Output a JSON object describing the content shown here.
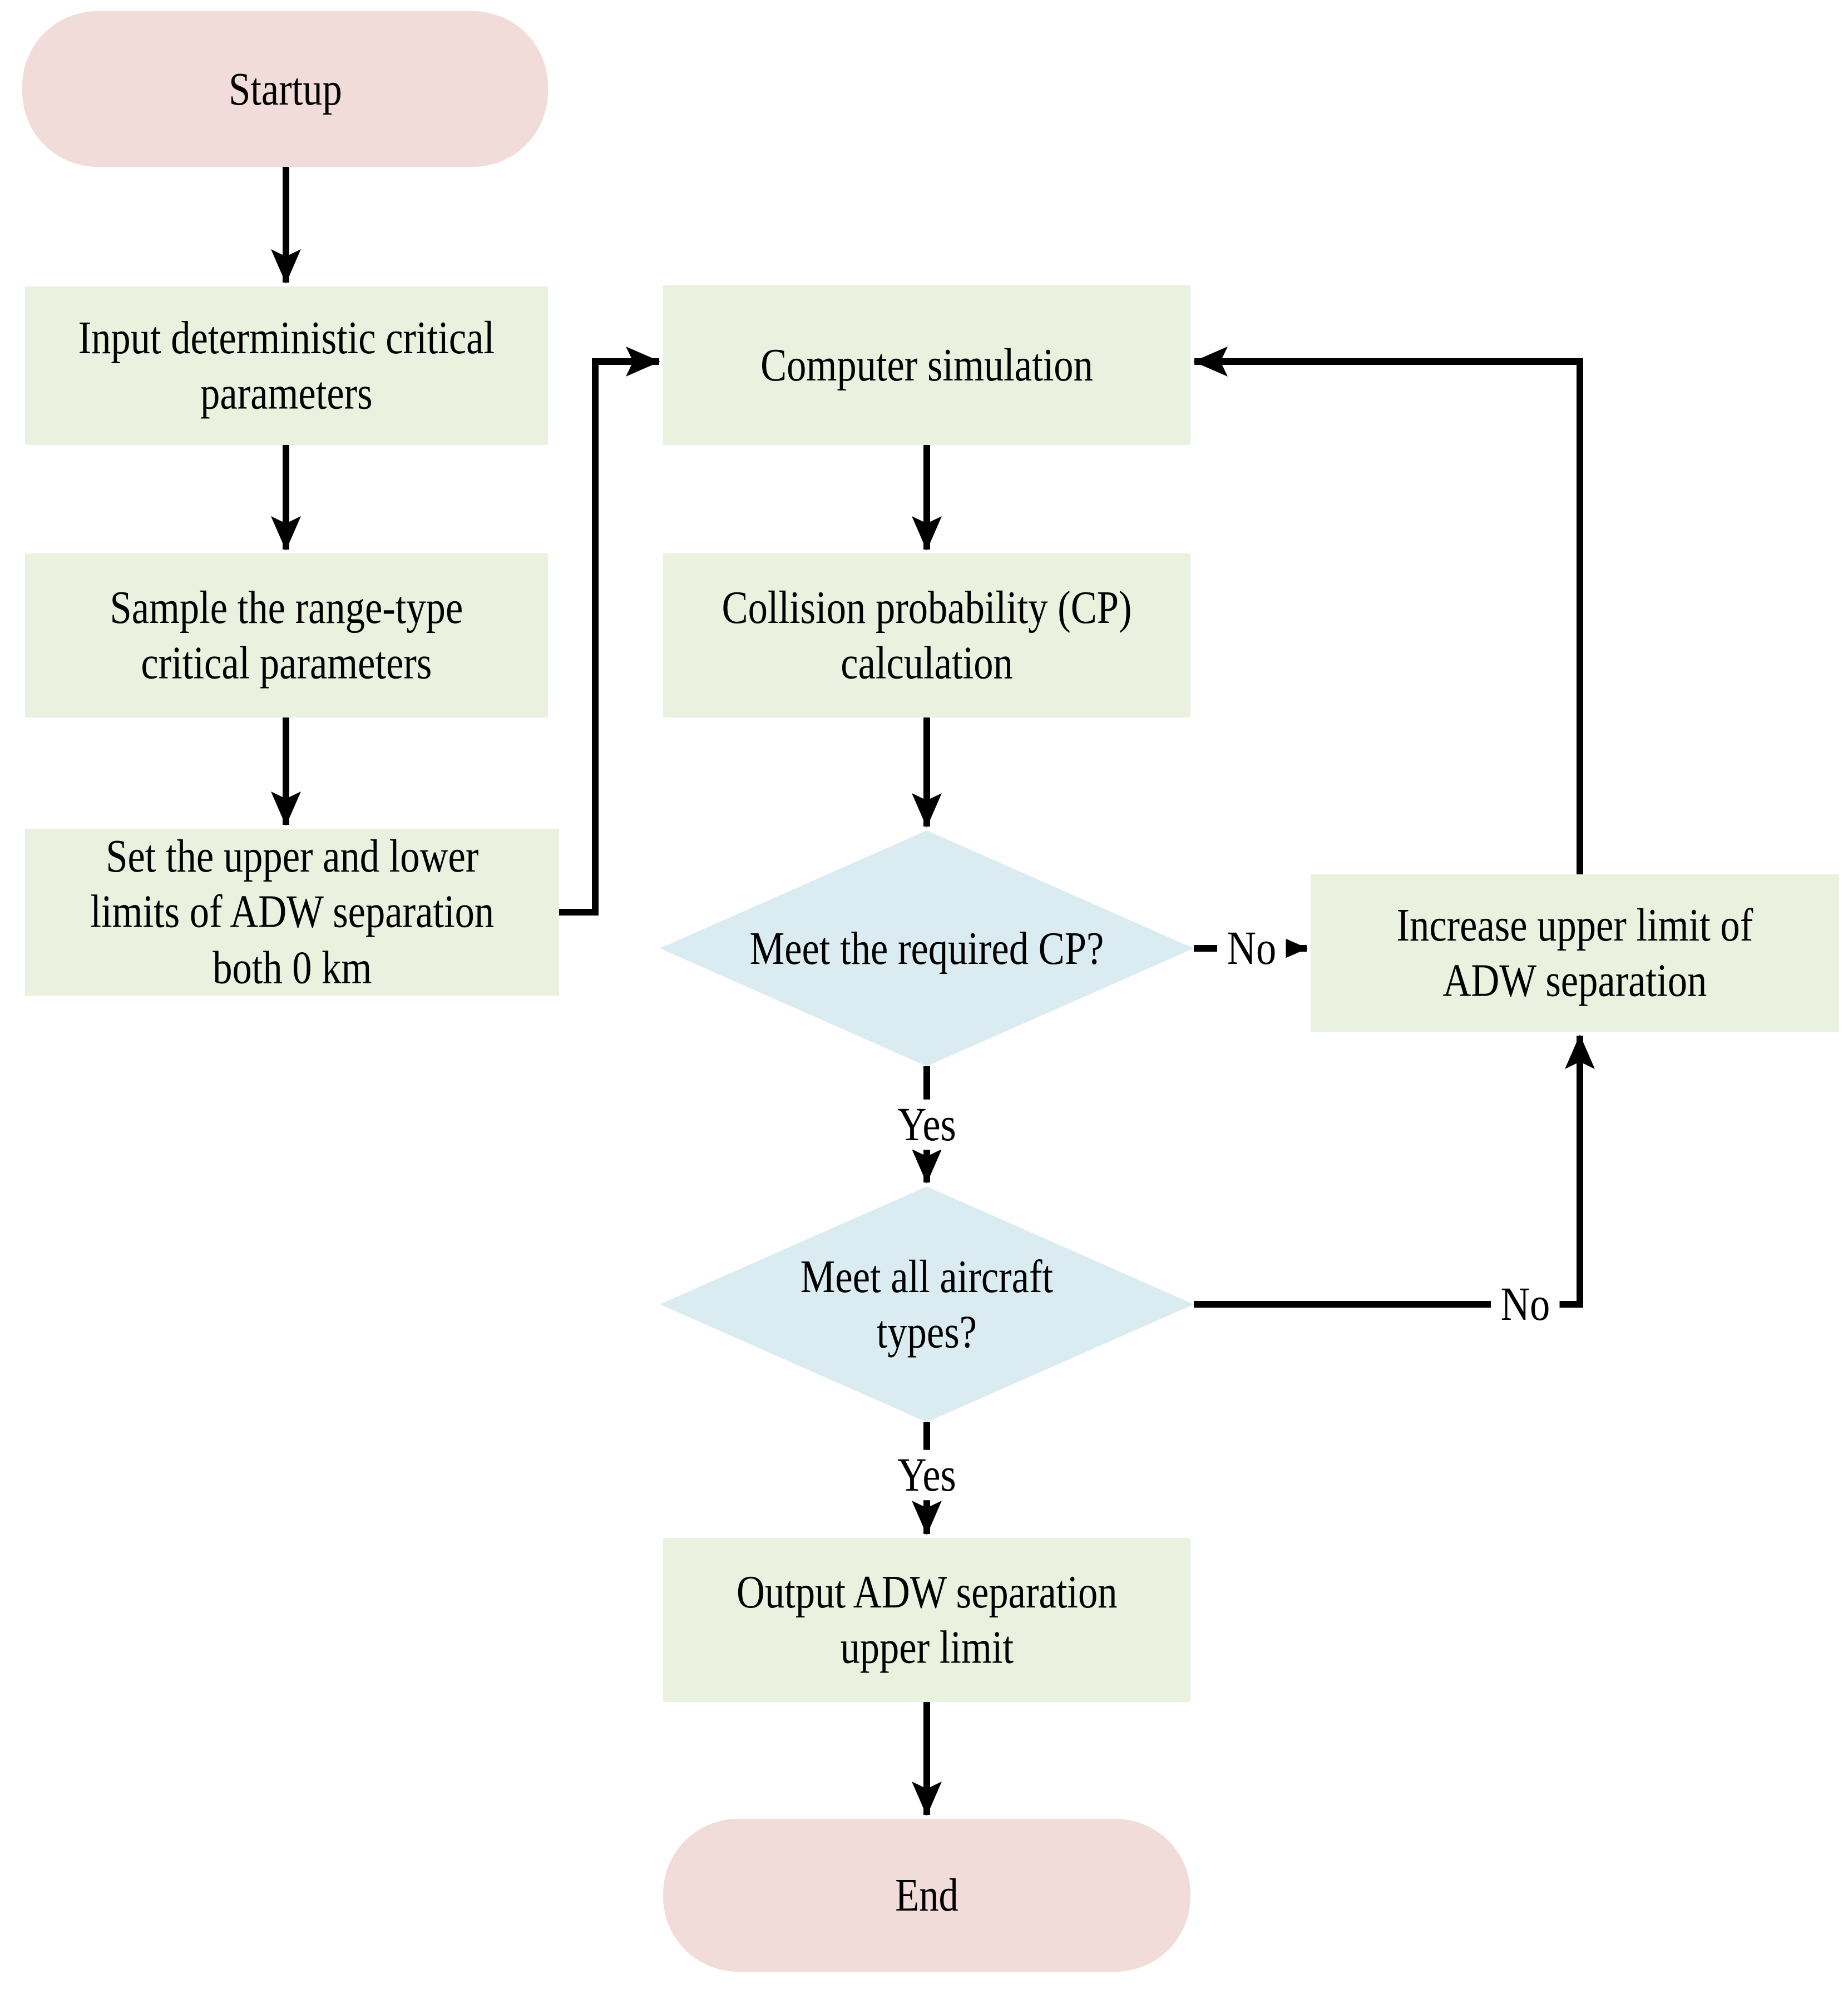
{
  "figure": {
    "type": "flowchart"
  },
  "colors": {
    "background": "#ffffff",
    "terminator_fill": "#f2dcda",
    "process_fill": "#eaf1de",
    "decision_fill": "#daecf2",
    "connector": "#000000",
    "text": "#000000"
  },
  "nodes": {
    "startup": {
      "shape": "terminator",
      "label": [
        "Startup"
      ]
    },
    "input_parameters": {
      "shape": "process",
      "label": [
        "Input deterministic critical",
        "parameters"
      ]
    },
    "sample_parameters": {
      "shape": "process",
      "label": [
        "Sample the range-type",
        "critical parameters"
      ]
    },
    "set_limits": {
      "shape": "process",
      "label": [
        "Set the upper and lower",
        "limits of ADW separation",
        "both 0 km"
      ]
    },
    "computer_simulation": {
      "shape": "process",
      "label": [
        "Computer simulation"
      ]
    },
    "cp_calculation": {
      "shape": "process",
      "label": [
        "Collision probability (CP)",
        "calculation"
      ]
    },
    "meet_required_cp": {
      "shape": "decision",
      "label": [
        "Meet the required CP?"
      ]
    },
    "increase_upper_limit": {
      "shape": "process",
      "label": [
        "Increase upper limit of",
        "ADW separation"
      ]
    },
    "meet_all_aircraft_types": {
      "shape": "decision",
      "label": [
        "Meet all aircraft",
        "types?"
      ]
    },
    "output_upper_limit": {
      "shape": "process",
      "label": [
        "Output ADW separation",
        "upper limit"
      ]
    },
    "end": {
      "shape": "terminator",
      "label": [
        "End"
      ]
    }
  },
  "edge_labels": {
    "meet_required_cp_no": "No",
    "meet_required_cp_yes": "Yes",
    "meet_all_aircraft_types_no": "No",
    "meet_all_aircraft_types_yes": "Yes"
  }
}
